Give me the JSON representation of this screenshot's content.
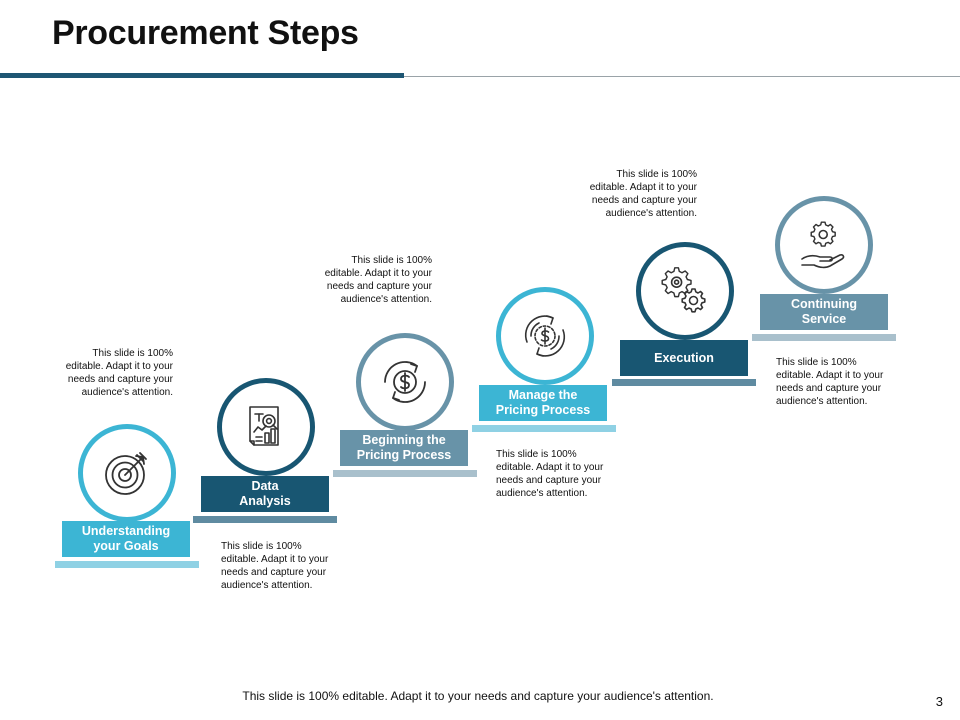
{
  "title": "Procurement Steps",
  "colors": {
    "cyan": "#3cb5d4",
    "navy": "#185672",
    "slate": "#6893a8",
    "title_bar": "#1e5673"
  },
  "steps": [
    {
      "label": "Understanding your Goals",
      "icon": "target-arrow-icon",
      "note": "This slide is 100% editable. Adapt it to your needs and capture your audience's attention."
    },
    {
      "label": "Data Analysis",
      "icon": "document-analysis-icon",
      "note": "This slide is 100% editable. Adapt it to your needs and capture your audience's attention."
    },
    {
      "label": "Beginning the Pricing Process",
      "icon": "dollar-cycle-icon",
      "note": "This slide is 100% editable. Adapt it to your needs and capture your audience's attention."
    },
    {
      "label": "Manage the Pricing Process",
      "icon": "dollar-refresh-icon",
      "note": "This slide is 100% editable. Adapt it to your needs and capture your audience's attention."
    },
    {
      "label": "Execution",
      "icon": "gears-icon",
      "note": "This slide is 100% editable. Adapt it to your needs and capture your audience's attention."
    },
    {
      "label": "Continuing Service",
      "icon": "hand-gear-icon",
      "note": "This slide is 100% editable. Adapt it to your needs and capture your audience's attention."
    }
  ],
  "footer": "This slide is 100% editable. Adapt it to your needs and capture your audience's attention.",
  "page_number": "3"
}
